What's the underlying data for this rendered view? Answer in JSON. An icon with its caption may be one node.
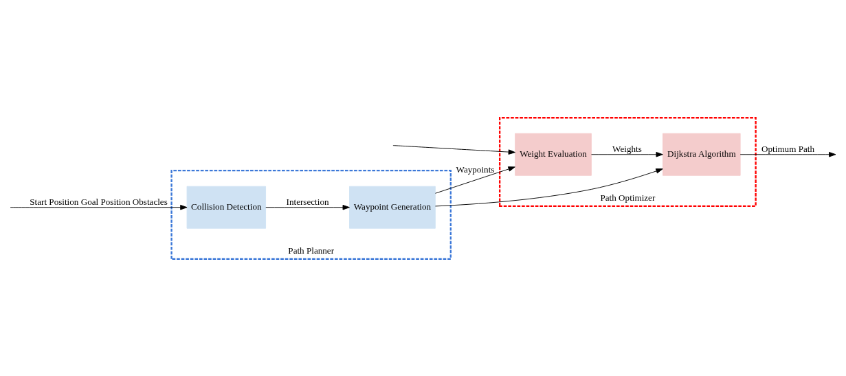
{
  "diagram": {
    "nodes": [
      {
        "text": [
          "Path Planner"
        ]
      },
      {
        "text": [
          "Collision Detection"
        ],
        "in": 0
      },
      {
        "text": [
          "Waypoint Generation"
        ],
        "in": 0
      },
      {
        "text": [
          "Path Optimizer"
        ]
      },
      {
        "text": [
          "Weight Evaluation"
        ],
        "in": 3
      },
      {
        "text": [
          "Dijkstra Algorithm"
        ],
        "in": 3
      }
    ],
    "edges": [
      {
        "from": null,
        "to": 1,
        "arrow": "to",
        "label": "Start Position Goal Position Obstacles"
      },
      {
        "from": null,
        "to": 4,
        "arrow": "to"
      },
      {
        "from": 1,
        "to": 2,
        "arrow": "to",
        "label": "Intersection"
      },
      {
        "from": 2,
        "to": 4,
        "arrow": "to",
        "label": "Waypoints"
      },
      {
        "from": 2,
        "to": 5,
        "arrow": "to"
      },
      {
        "from": 4,
        "to": 5,
        "arrow": "to",
        "label": "Weights"
      },
      {
        "from": 5,
        "to": null,
        "arrow": "to",
        "label": "Optimum Path"
      }
    ]
  }
}
